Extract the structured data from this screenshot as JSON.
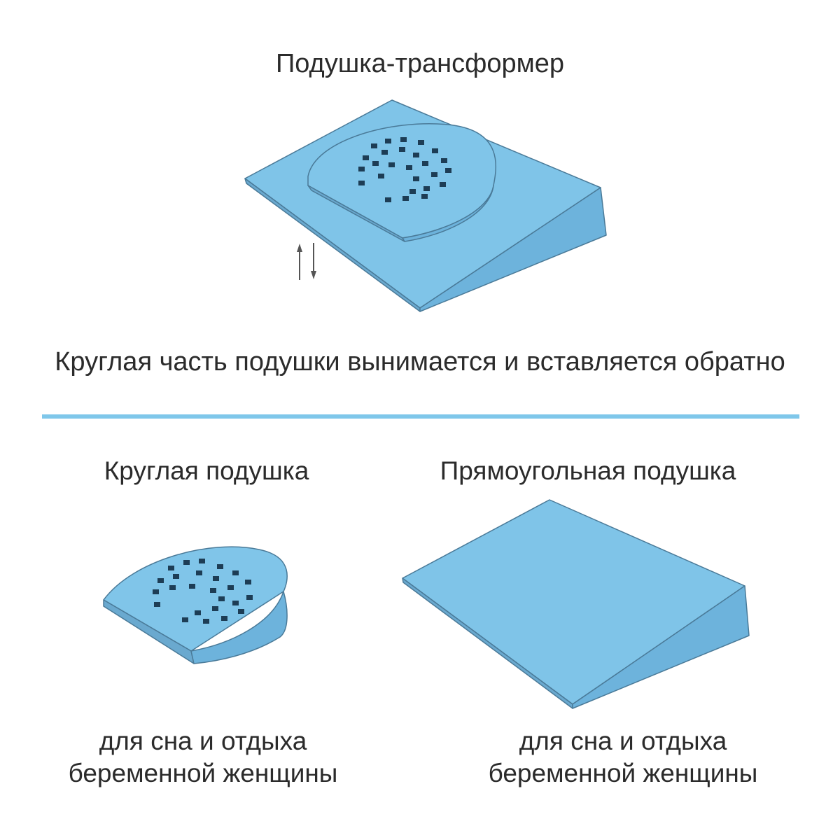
{
  "top_section": {
    "title": "Подушка-трансформер",
    "caption": "Круглая часть подушки вынимается и вставляется обратно",
    "arrows_icon": "up-down-arrows"
  },
  "divider_color": "#7fc7ea",
  "bottom_section": {
    "left": {
      "title": "Круглая подушка",
      "description_line1": "для сна и отдыха",
      "description_line2": "беременной женщины"
    },
    "right": {
      "title": "Прямоугольная подушка",
      "description_line1": "для сна и отдыха",
      "description_line2": "беременной женщины"
    }
  },
  "colors": {
    "pillow_top": "#7fc4e8",
    "pillow_side": "#6db3dc",
    "pillow_edge": "#4a7a98",
    "dots": "#1d3d55"
  }
}
